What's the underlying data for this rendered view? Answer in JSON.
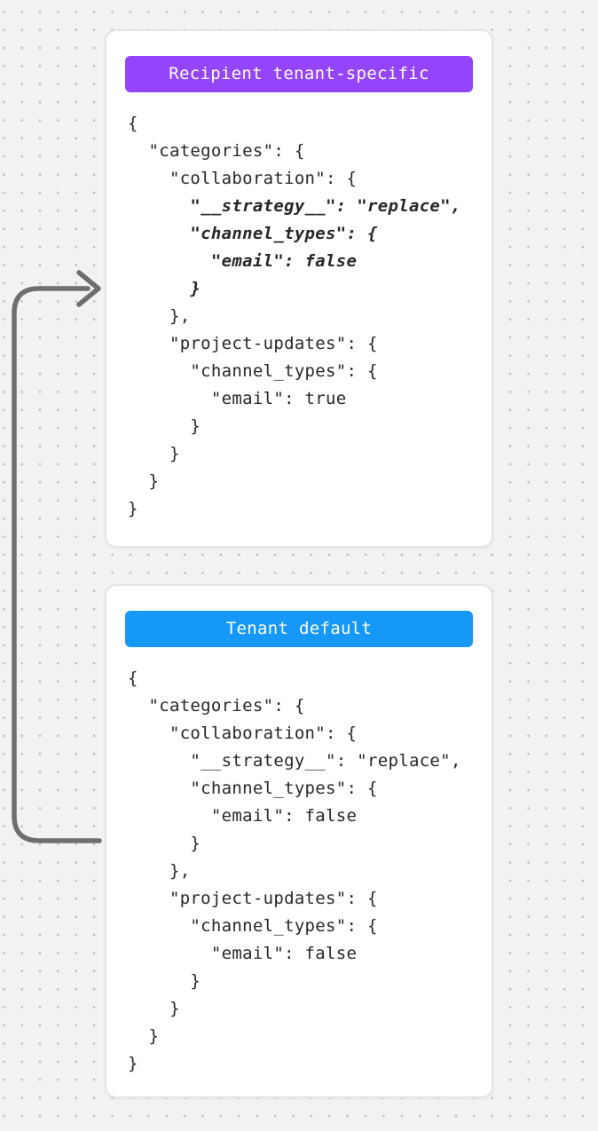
{
  "canvas": {
    "background_color": "#f3f2f3",
    "dot_color": "#bcbbbc"
  },
  "arrow": {
    "color": "#6e6e6e"
  },
  "cards": [
    {
      "badge": {
        "label": "Recipient tenant-specific",
        "color": "#9445fc",
        "text_color": "#ffffff"
      },
      "code_lines": [
        {
          "text": "{",
          "em": false
        },
        {
          "text": "  \"categories\": {",
          "em": false
        },
        {
          "text": "    \"collaboration\": {",
          "em": false
        },
        {
          "text": "      \"__strategy__\": \"replace\",",
          "em": true
        },
        {
          "text": "      \"channel_types\": {",
          "em": true
        },
        {
          "text": "        \"email\": false",
          "em": true
        },
        {
          "text": "      }",
          "em": true
        },
        {
          "text": "    },",
          "em": false
        },
        {
          "text": "    \"project-updates\": {",
          "em": false
        },
        {
          "text": "      \"channel_types\": {",
          "em": false
        },
        {
          "text": "        \"email\": true",
          "em": false
        },
        {
          "text": "      }",
          "em": false
        },
        {
          "text": "    }",
          "em": false
        },
        {
          "text": "  }",
          "em": false
        },
        {
          "text": "}",
          "em": false
        }
      ]
    },
    {
      "badge": {
        "label": "Tenant default",
        "color": "#1598f8",
        "text_color": "#ffffff"
      },
      "code_lines": [
        {
          "text": "{",
          "em": false
        },
        {
          "text": "  \"categories\": {",
          "em": false
        },
        {
          "text": "    \"collaboration\": {",
          "em": false
        },
        {
          "text": "      \"__strategy__\": \"replace\",",
          "em": false
        },
        {
          "text": "      \"channel_types\": {",
          "em": false
        },
        {
          "text": "        \"email\": false",
          "em": false
        },
        {
          "text": "      }",
          "em": false
        },
        {
          "text": "    },",
          "em": false
        },
        {
          "text": "    \"project-updates\": {",
          "em": false
        },
        {
          "text": "      \"channel_types\": {",
          "em": false
        },
        {
          "text": "        \"email\": false",
          "em": false
        },
        {
          "text": "      }",
          "em": false
        },
        {
          "text": "    }",
          "em": false
        },
        {
          "text": "  }",
          "em": false
        },
        {
          "text": "}",
          "em": false
        }
      ]
    }
  ]
}
